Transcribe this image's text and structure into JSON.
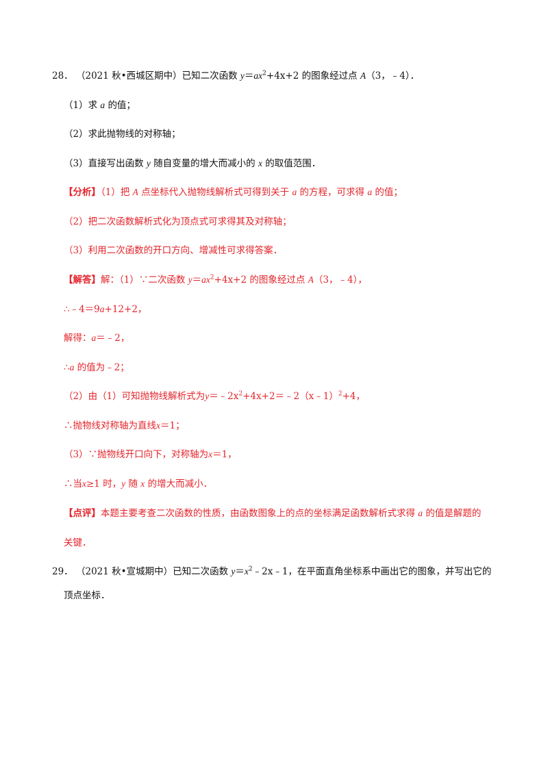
{
  "q28": {
    "number": "28．",
    "source": "（2021 秋•西城区期中）",
    "stem_before": "已知二次函数",
    "func_y": "y",
    "func_eq": "＝",
    "func_ax": "ax",
    "sup2": "2",
    "func_tail": "+4x+2",
    "stem_mid": "的图象经过点",
    "point_A": "A",
    "point_coords": "（3，﹣4）．",
    "part1_prefix": "（1）求",
    "part1_var": "a",
    "part1_suffix": "的值；",
    "part2": "（2）求此抛物线的对称轴；",
    "part3_prefix": "（3）直接写出函数",
    "part3_var_y": "y",
    "part3_mid": "随自变量的增大而减小的",
    "part3_var_x": "x",
    "part3_suffix": "的取值范围．",
    "analysis": {
      "tag": "【分析】",
      "l1_a": "（1）把",
      "l1_A": "A",
      "l1_b": "点坐标代入抛物线解析式可得到关于",
      "l1_var": "a",
      "l1_c": "的方程，可求得",
      "l1_var2": "a",
      "l1_d": "的值；",
      "l2": "（2）把二次函数解析式化为顶点式可求得其及对称轴；",
      "l3": "（3）利用二次函数的开口方向、增减性可求得答案．"
    },
    "solution": {
      "tag": "【解答】",
      "l1_a": "解：（1）∵二次函数",
      "l1_y": "y",
      "l1_eq": "＝",
      "l1_ax": "ax",
      "l1_sup": "2",
      "l1_tail": "+4x+2",
      "l1_mid": "的图象经过点",
      "l1_A": "A",
      "l1_end": "（3，﹣4），",
      "l2_a": "∴﹣4＝9",
      "l2_var": "a",
      "l2_b": "+12+2，",
      "l3_a": "解得：",
      "l3_var": "a",
      "l3_b": "＝﹣2，",
      "l4_a": "∴",
      "l4_var": "a",
      "l4_b": "的值为﹣2；",
      "l5_a": "（2）由（1）可知抛物线解析式为",
      "l5_y": "y",
      "l5_b": "＝﹣2x",
      "l5_sup": "2",
      "l5_c": "+4x+2＝﹣2（x﹣1）",
      "l5_sup2": "2",
      "l5_d": "+4，",
      "l6_a": "∴抛物线对称轴为直线",
      "l6_x": "x",
      "l6_b": "＝1；",
      "l7_a": "（3）∵抛物线开口向下，对称轴为",
      "l7_x": "x",
      "l7_b": "＝1，",
      "l8_a": "∴当",
      "l8_x": "x",
      "l8_b": "≥1 时，",
      "l8_y": "y",
      "l8_c": "随",
      "l8_x2": "x",
      "l8_d": "的增大而减小．"
    },
    "comment": {
      "tag": "【点评】",
      "l1_a": "本题主要考查二次函数的性质，由函数图象上的点的坐标满足函数解析式求得",
      "l1_var": "a",
      "l1_b": "的值是解题的",
      "l2": "关键．"
    }
  },
  "q29": {
    "number": "29．",
    "source": "（2021 秋•宣城期中）",
    "stem_a": "已知二次函数",
    "y": "y",
    "eq": "＝",
    "x": "x",
    "sup2": "2",
    "tail": "﹣2x﹣1",
    "stem_b": "，在平面直角坐标系中画出它的图象，并写出它的",
    "l2": "顶点坐标．"
  }
}
